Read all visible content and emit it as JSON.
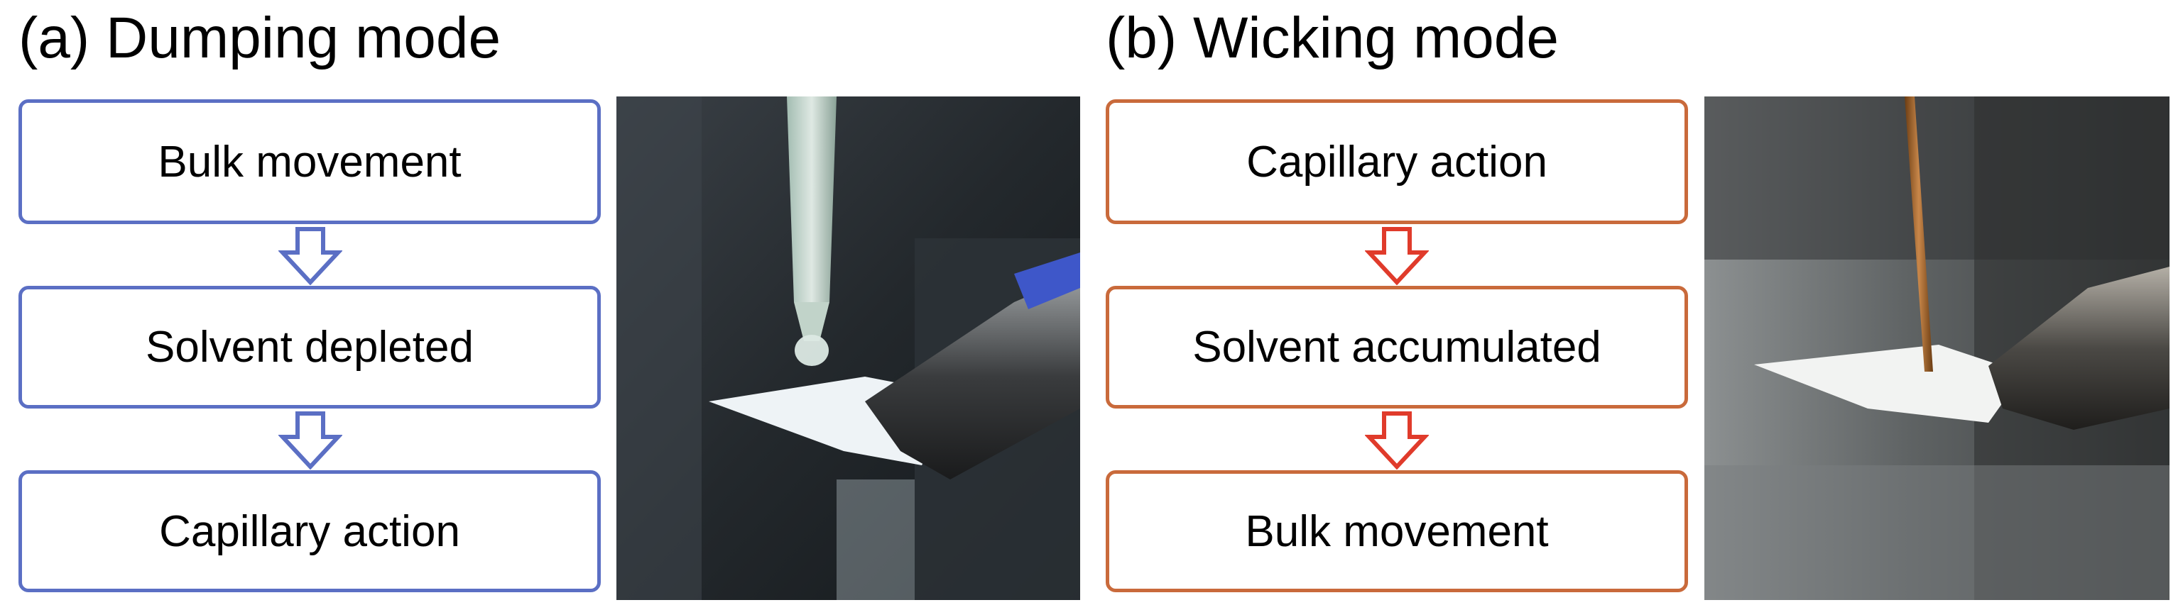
{
  "panels": [
    {
      "label": "(a) Dumping mode",
      "accent": "#5b6fc4",
      "arrow_color": "#5b6fc4",
      "steps": [
        "Bulk movement",
        "Solvent depleted",
        "Capillary action"
      ],
      "photo": {
        "subject": "pipette tip droplet on paper held by clamp",
        "tool_icon": "pipette-icon"
      }
    },
    {
      "label": "(b) Wicking mode",
      "accent": "#c96a3b",
      "arrow_color": "#e03b2b",
      "steps": [
        "Capillary action",
        "Solvent accumulated",
        "Bulk movement"
      ],
      "photo": {
        "subject": "capillary tube touching paper held by clamp",
        "tool_icon": "capillary-tube-icon"
      }
    }
  ]
}
